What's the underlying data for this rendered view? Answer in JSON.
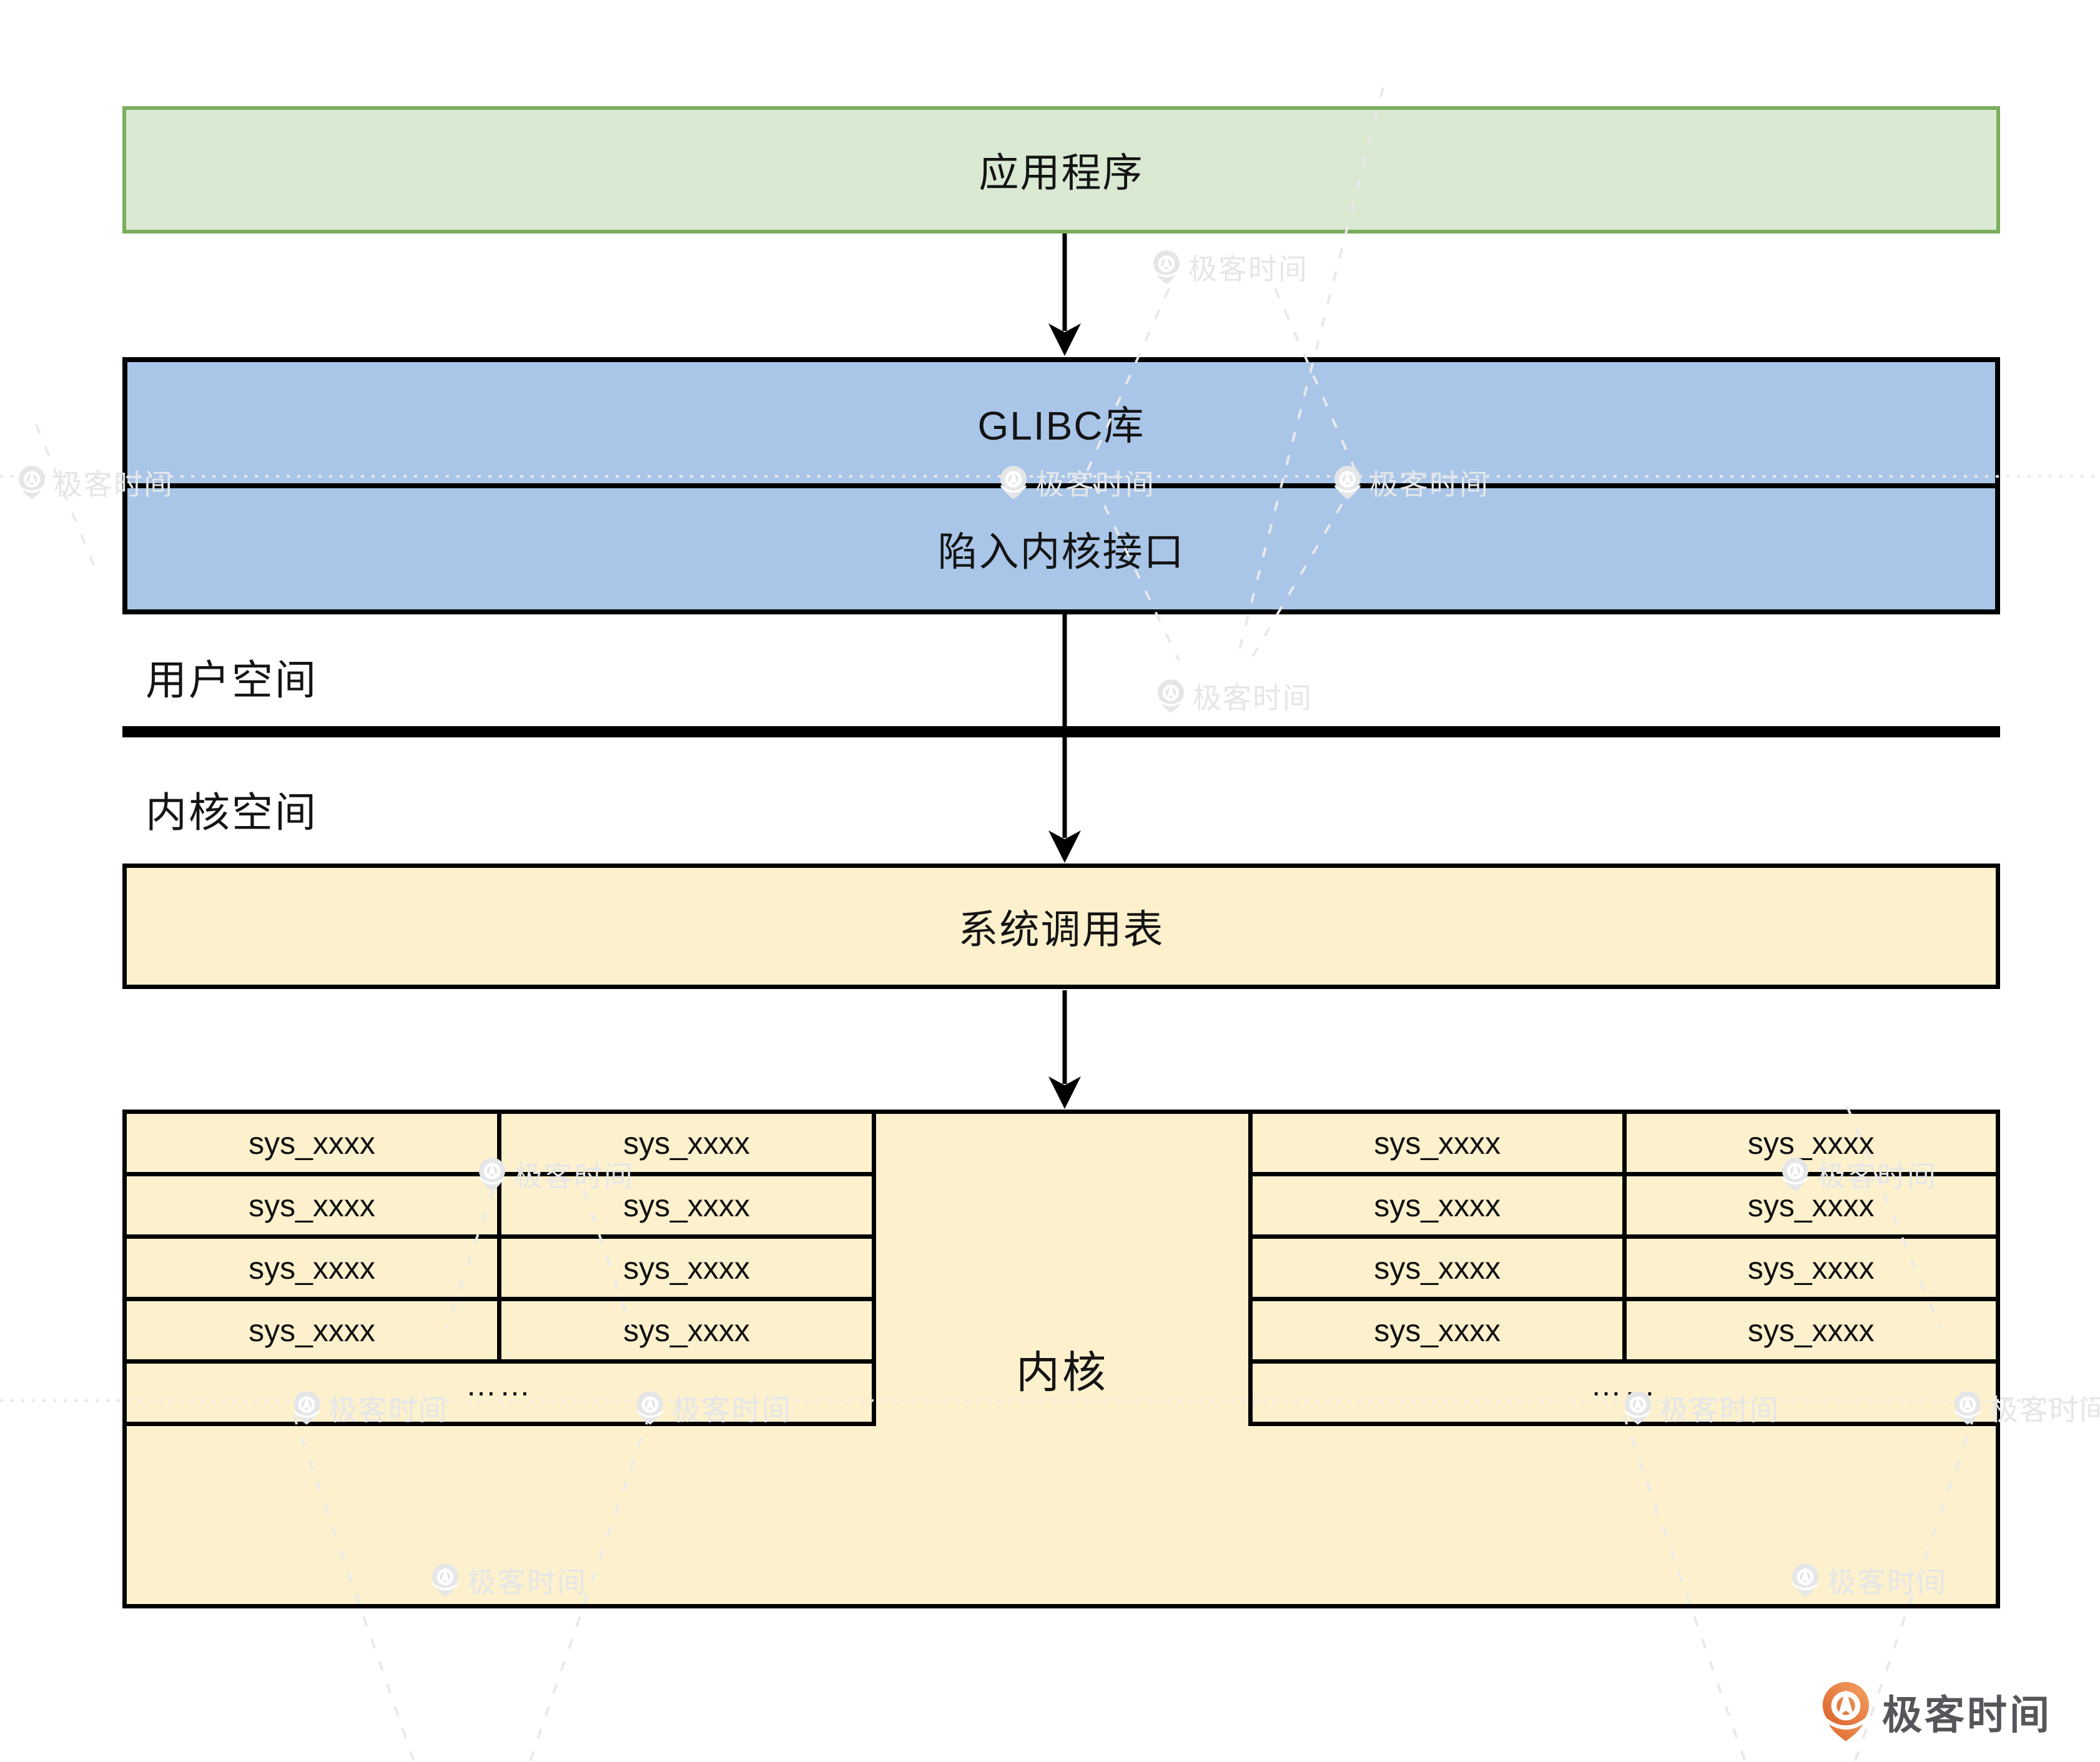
{
  "boxes": {
    "app": {
      "label": "应用程序"
    },
    "glibc": {
      "rows": [
        "GLIBC库",
        "陷入内核接口"
      ]
    },
    "syscall_table": {
      "label": "系统调用表"
    },
    "kernel_region": {
      "label": "内核"
    }
  },
  "labels": {
    "user_space": "用户空间",
    "kernel_space": "内核空间"
  },
  "tables": {
    "left": {
      "rows": [
        [
          "sys_xxxx",
          "sys_xxxx"
        ],
        [
          "sys_xxxx",
          "sys_xxxx"
        ],
        [
          "sys_xxxx",
          "sys_xxxx"
        ],
        [
          "sys_xxxx",
          "sys_xxxx"
        ]
      ],
      "ellipsis": "……"
    },
    "right": {
      "rows": [
        [
          "sys_xxxx",
          "sys_xxxx"
        ],
        [
          "sys_xxxx",
          "sys_xxxx"
        ],
        [
          "sys_xxxx",
          "sys_xxxx"
        ],
        [
          "sys_xxxx",
          "sys_xxxx"
        ]
      ],
      "ellipsis": "……"
    }
  },
  "watermark": {
    "text": "极客时间"
  },
  "logo": {
    "text": "极客时间"
  },
  "colors": {
    "app_fill": "#d9e9d2",
    "app_border": "#7aae5c",
    "glibc_fill": "#a9c6e9",
    "panel_fill": "#fdf1cd",
    "line": "#000000",
    "watermark": "#e4e6e8",
    "logo_text": "#54565a",
    "logo_orange_dark": "#d95f28",
    "logo_orange_light": "#f5a263"
  }
}
